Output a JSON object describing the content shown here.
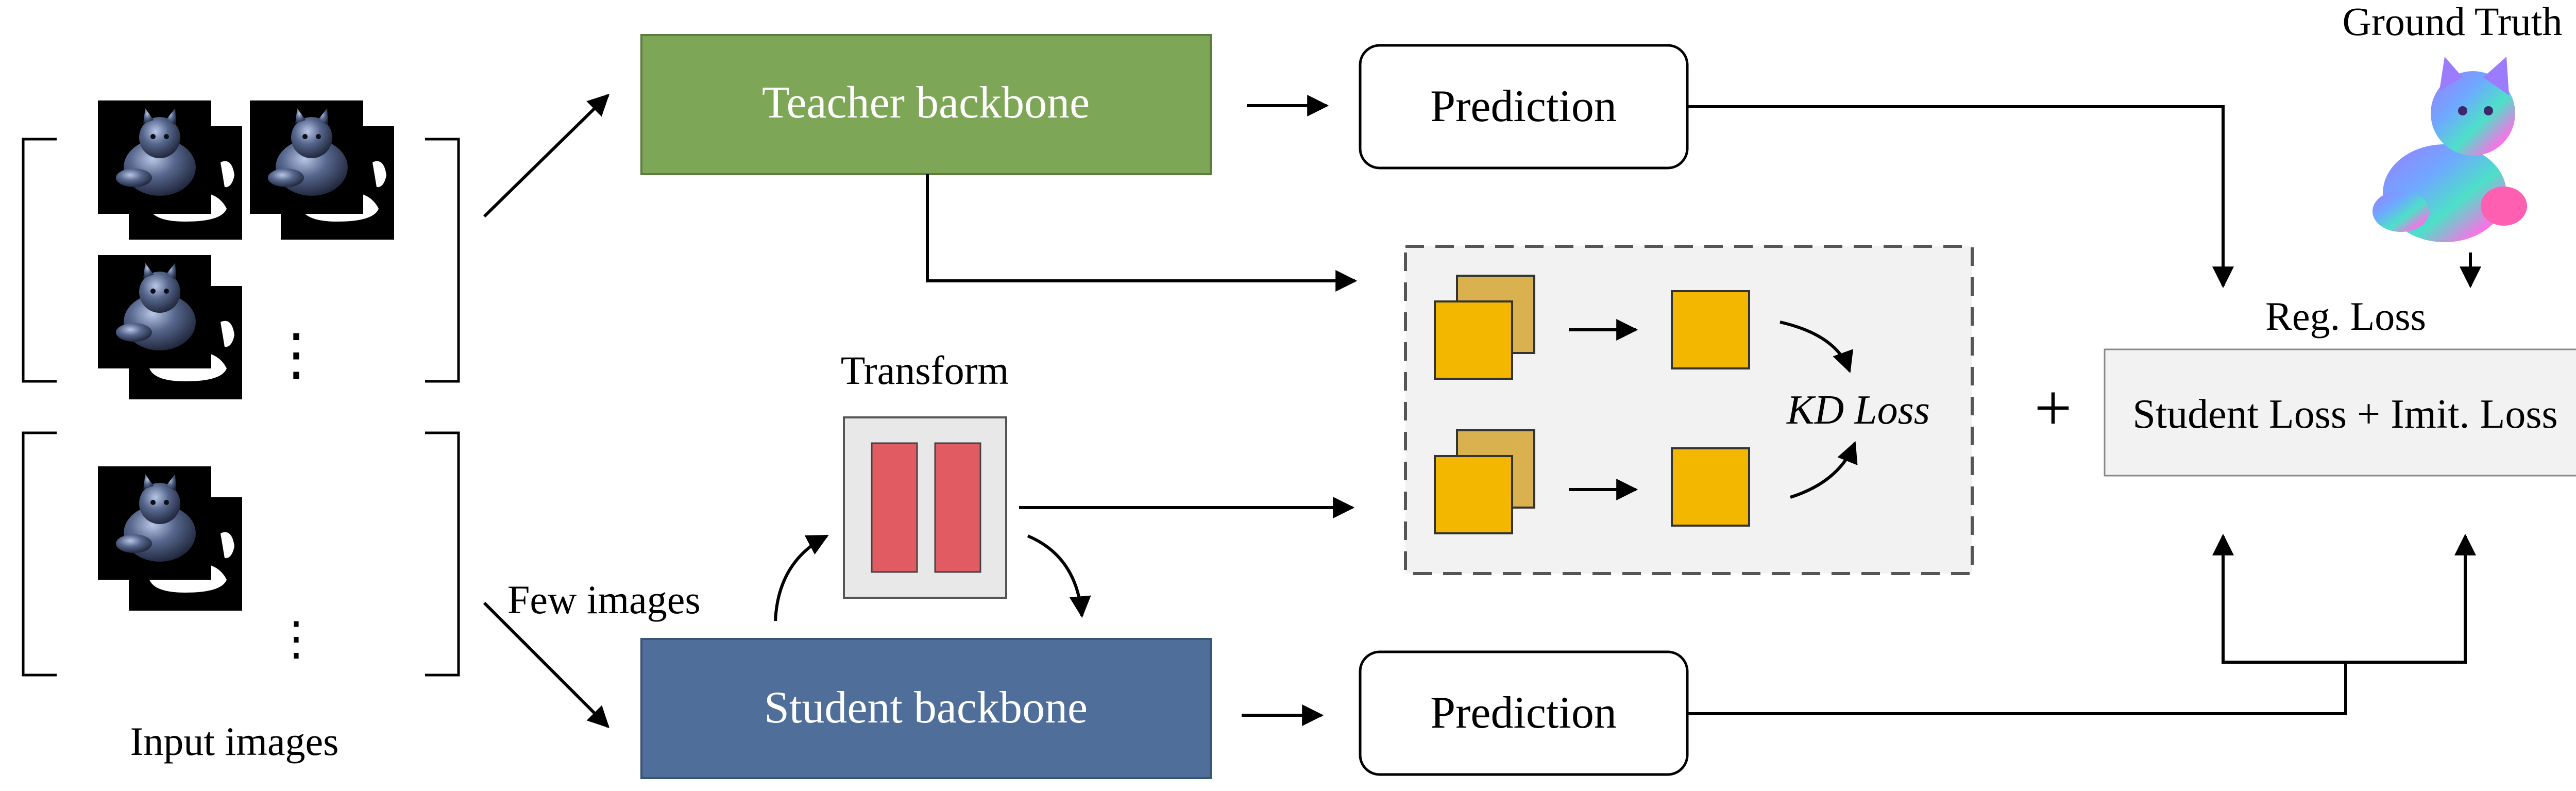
{
  "colors": {
    "teacher": "#7ea657",
    "student": "#4f6e99",
    "feature_front": "#f3b700",
    "feature_back": "#d9b14f",
    "transform_bar": "#e05c62",
    "transform_bg": "#e8e8e8",
    "kd_bg": "#f2f2f2",
    "loss_bg": "#f2f2f2",
    "line": "#000000",
    "dash": "#555555"
  },
  "labels": {
    "teacher_backbone": "Teacher backbone",
    "student_backbone": "Student backbone",
    "prediction_top": "Prediction",
    "prediction_bottom": "Prediction",
    "ground_truth": "Ground Truth",
    "reg_loss": "Reg. Loss",
    "total_loss": "Student Loss + Imit. Loss",
    "kd_loss": "KD Loss",
    "transform": "Transform",
    "few_images": "Few images",
    "input_images": "Input images",
    "plus": "+",
    "ellipsis": "⋮"
  },
  "icons": {
    "cat_image": "cat-image-icon",
    "ground_truth_cat": "normal-map-cat-icon"
  }
}
